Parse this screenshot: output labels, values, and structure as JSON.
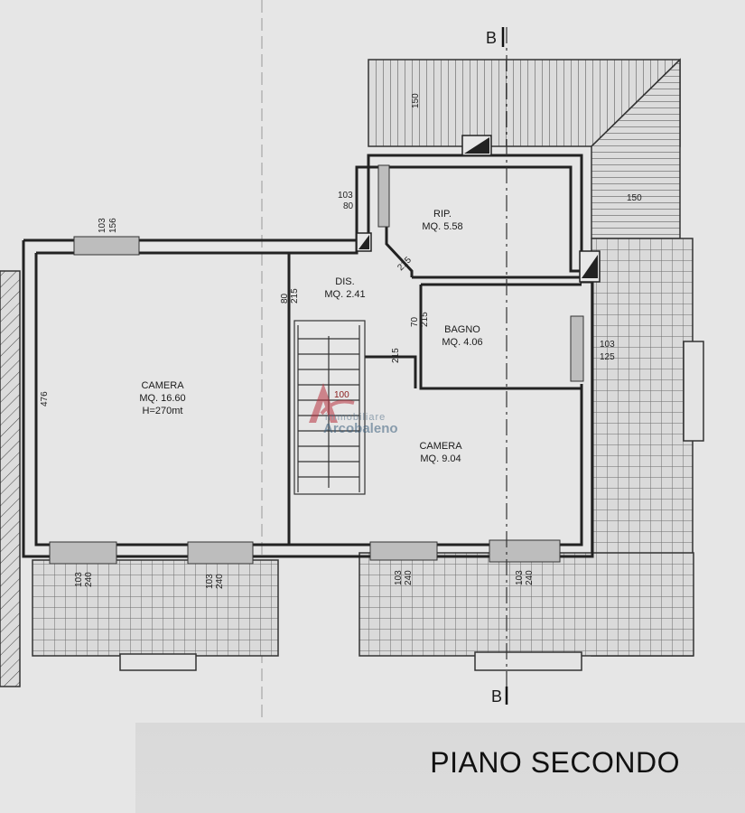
{
  "title": "PIANO SECONDO",
  "section_marker": "B",
  "watermark": {
    "line1": "immobiliare",
    "line2": "Arcobaleno"
  },
  "rooms": [
    {
      "id": "camera-large",
      "name": "CAMERA",
      "area": "MQ. 16.60",
      "height": "H=270mt"
    },
    {
      "id": "rip",
      "name": "RIP.",
      "area": "MQ. 5.58"
    },
    {
      "id": "dis",
      "name": "DIS.",
      "area": "MQ. 2.41"
    },
    {
      "id": "bagno",
      "name": "BAGNO",
      "area": "MQ. 4.06"
    },
    {
      "id": "camera-small",
      "name": "CAMERA",
      "area": "MQ. 9.04"
    }
  ],
  "dimensions": {
    "top_window": [
      "103",
      "156"
    ],
    "rip_window": [
      "103",
      "80"
    ],
    "bagno_window": [
      "103",
      "125"
    ],
    "roof_left": "150",
    "roof_right": "150",
    "dis_door": [
      "80",
      "215"
    ],
    "bagno_door": [
      "70",
      "215"
    ],
    "stair_door": "215",
    "rip_door": "215",
    "stair_width": "100",
    "left_wall": "476",
    "bottom_1": [
      "103",
      "240"
    ],
    "bottom_2": [
      "103",
      "240"
    ],
    "bottom_3": [
      "103",
      "240"
    ],
    "bottom_4": [
      "103",
      "240"
    ]
  }
}
